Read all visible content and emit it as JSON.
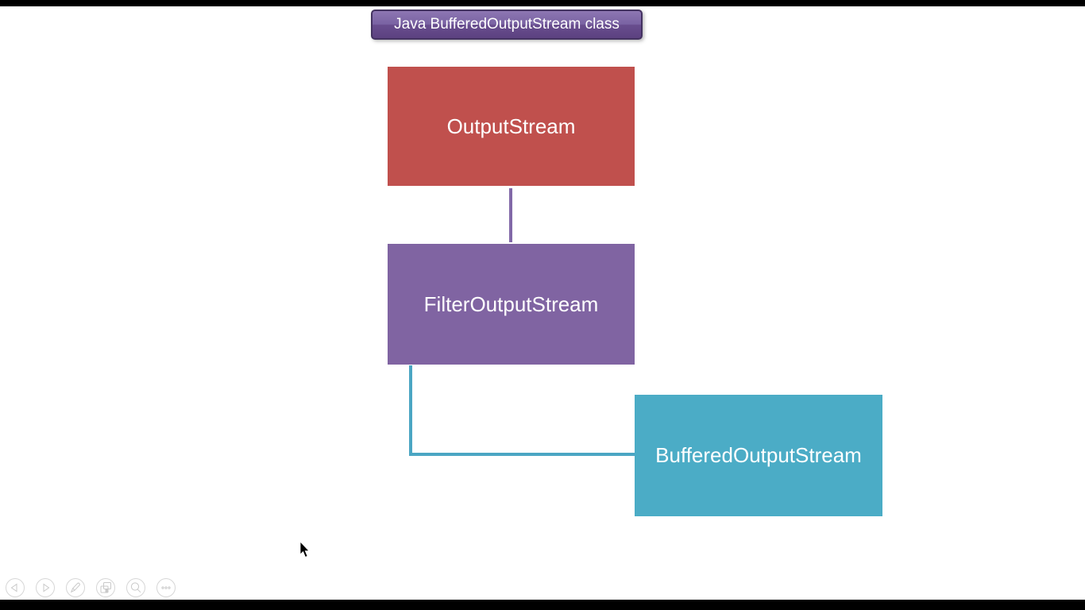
{
  "page": {
    "background": "#ffffff",
    "letterbox_color": "#000000"
  },
  "slide": {
    "title": {
      "label": "Java BufferedOutputStream class",
      "bg_top": "#8d76b2",
      "bg_bottom": "#5c4180",
      "border_color": "#443361",
      "text_color": "#ffffff"
    },
    "diagram": {
      "nodes": [
        {
          "label": "OutputStream",
          "color": "#c0504d",
          "text_color": "#ffffff"
        },
        {
          "label": "FilterOutputStream",
          "color": "#8064a2",
          "text_color": "#ffffff"
        },
        {
          "label": "BufferedOutputStream",
          "color": "#4bacc6",
          "text_color": "#ffffff"
        }
      ],
      "connectors": [
        {
          "from": "OutputStream",
          "to": "FilterOutputStream",
          "shape": "straight-vertical",
          "color": "#8269a8"
        },
        {
          "from": "FilterOutputStream",
          "to": "BufferedOutputStream",
          "shape": "elbow",
          "color": "#4ba6c3"
        }
      ]
    }
  },
  "presenter_toolbar": {
    "buttons": [
      {
        "name": "previous-slide",
        "icon": "left-triangle-icon"
      },
      {
        "name": "next-slide",
        "icon": "right-triangle-icon"
      },
      {
        "name": "pen-tools",
        "icon": "pen-icon"
      },
      {
        "name": "see-all-slides",
        "icon": "slide-grid-icon"
      },
      {
        "name": "zoom",
        "icon": "magnifier-icon"
      },
      {
        "name": "more-options",
        "icon": "ellipsis-icon"
      }
    ]
  },
  "cursor": {
    "type": "arrow"
  }
}
